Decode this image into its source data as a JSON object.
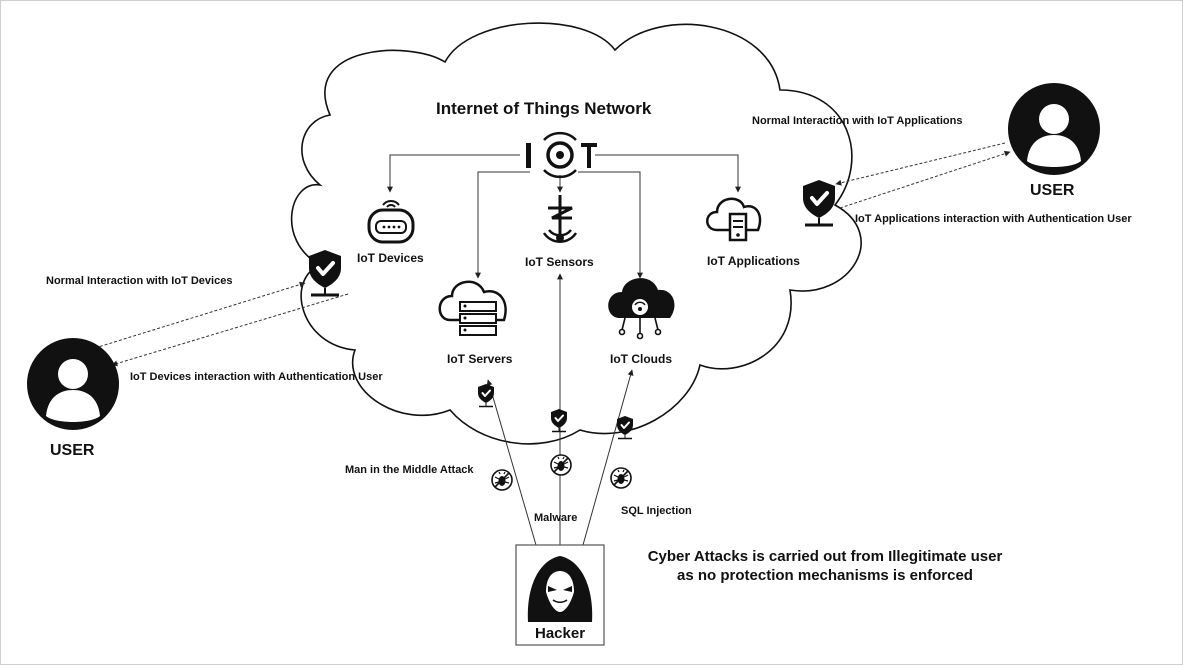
{
  "cloud": {
    "title": "Internet of Things Network"
  },
  "hub": {
    "label": "IOT"
  },
  "components": {
    "devices": "IoT Devices",
    "sensors": "IoT Sensors",
    "applications": "IoT Applications",
    "servers": "IoT Servers",
    "clouds": "IoT Clouds"
  },
  "left_user": {
    "label": "USER",
    "to_network": "Normal Interaction with IoT Devices",
    "from_network": "IoT Devices interaction with Authentication User"
  },
  "right_user": {
    "label": "USER",
    "to_network": "Normal Interaction with IoT Applications",
    "from_network": "IoT Applications interaction with  Authentication User"
  },
  "attacks": {
    "mitm": "Man in the Middle Attack",
    "malware": "Malware",
    "sql": "SQL Injection"
  },
  "hacker": {
    "label": "Hacker"
  },
  "caption": {
    "line1": "Cyber Attacks is carried out from Illegitimate user",
    "line2": "as no protection mechanisms is enforced"
  },
  "icons": [
    "iot-hub-icon",
    "router-icon",
    "sensor-icon",
    "cloud-server-icon",
    "server-cloud-icon",
    "cloud-network-icon",
    "shield-check-icon",
    "blocked-bug-icon",
    "user-avatar-icon",
    "hacker-icon"
  ]
}
